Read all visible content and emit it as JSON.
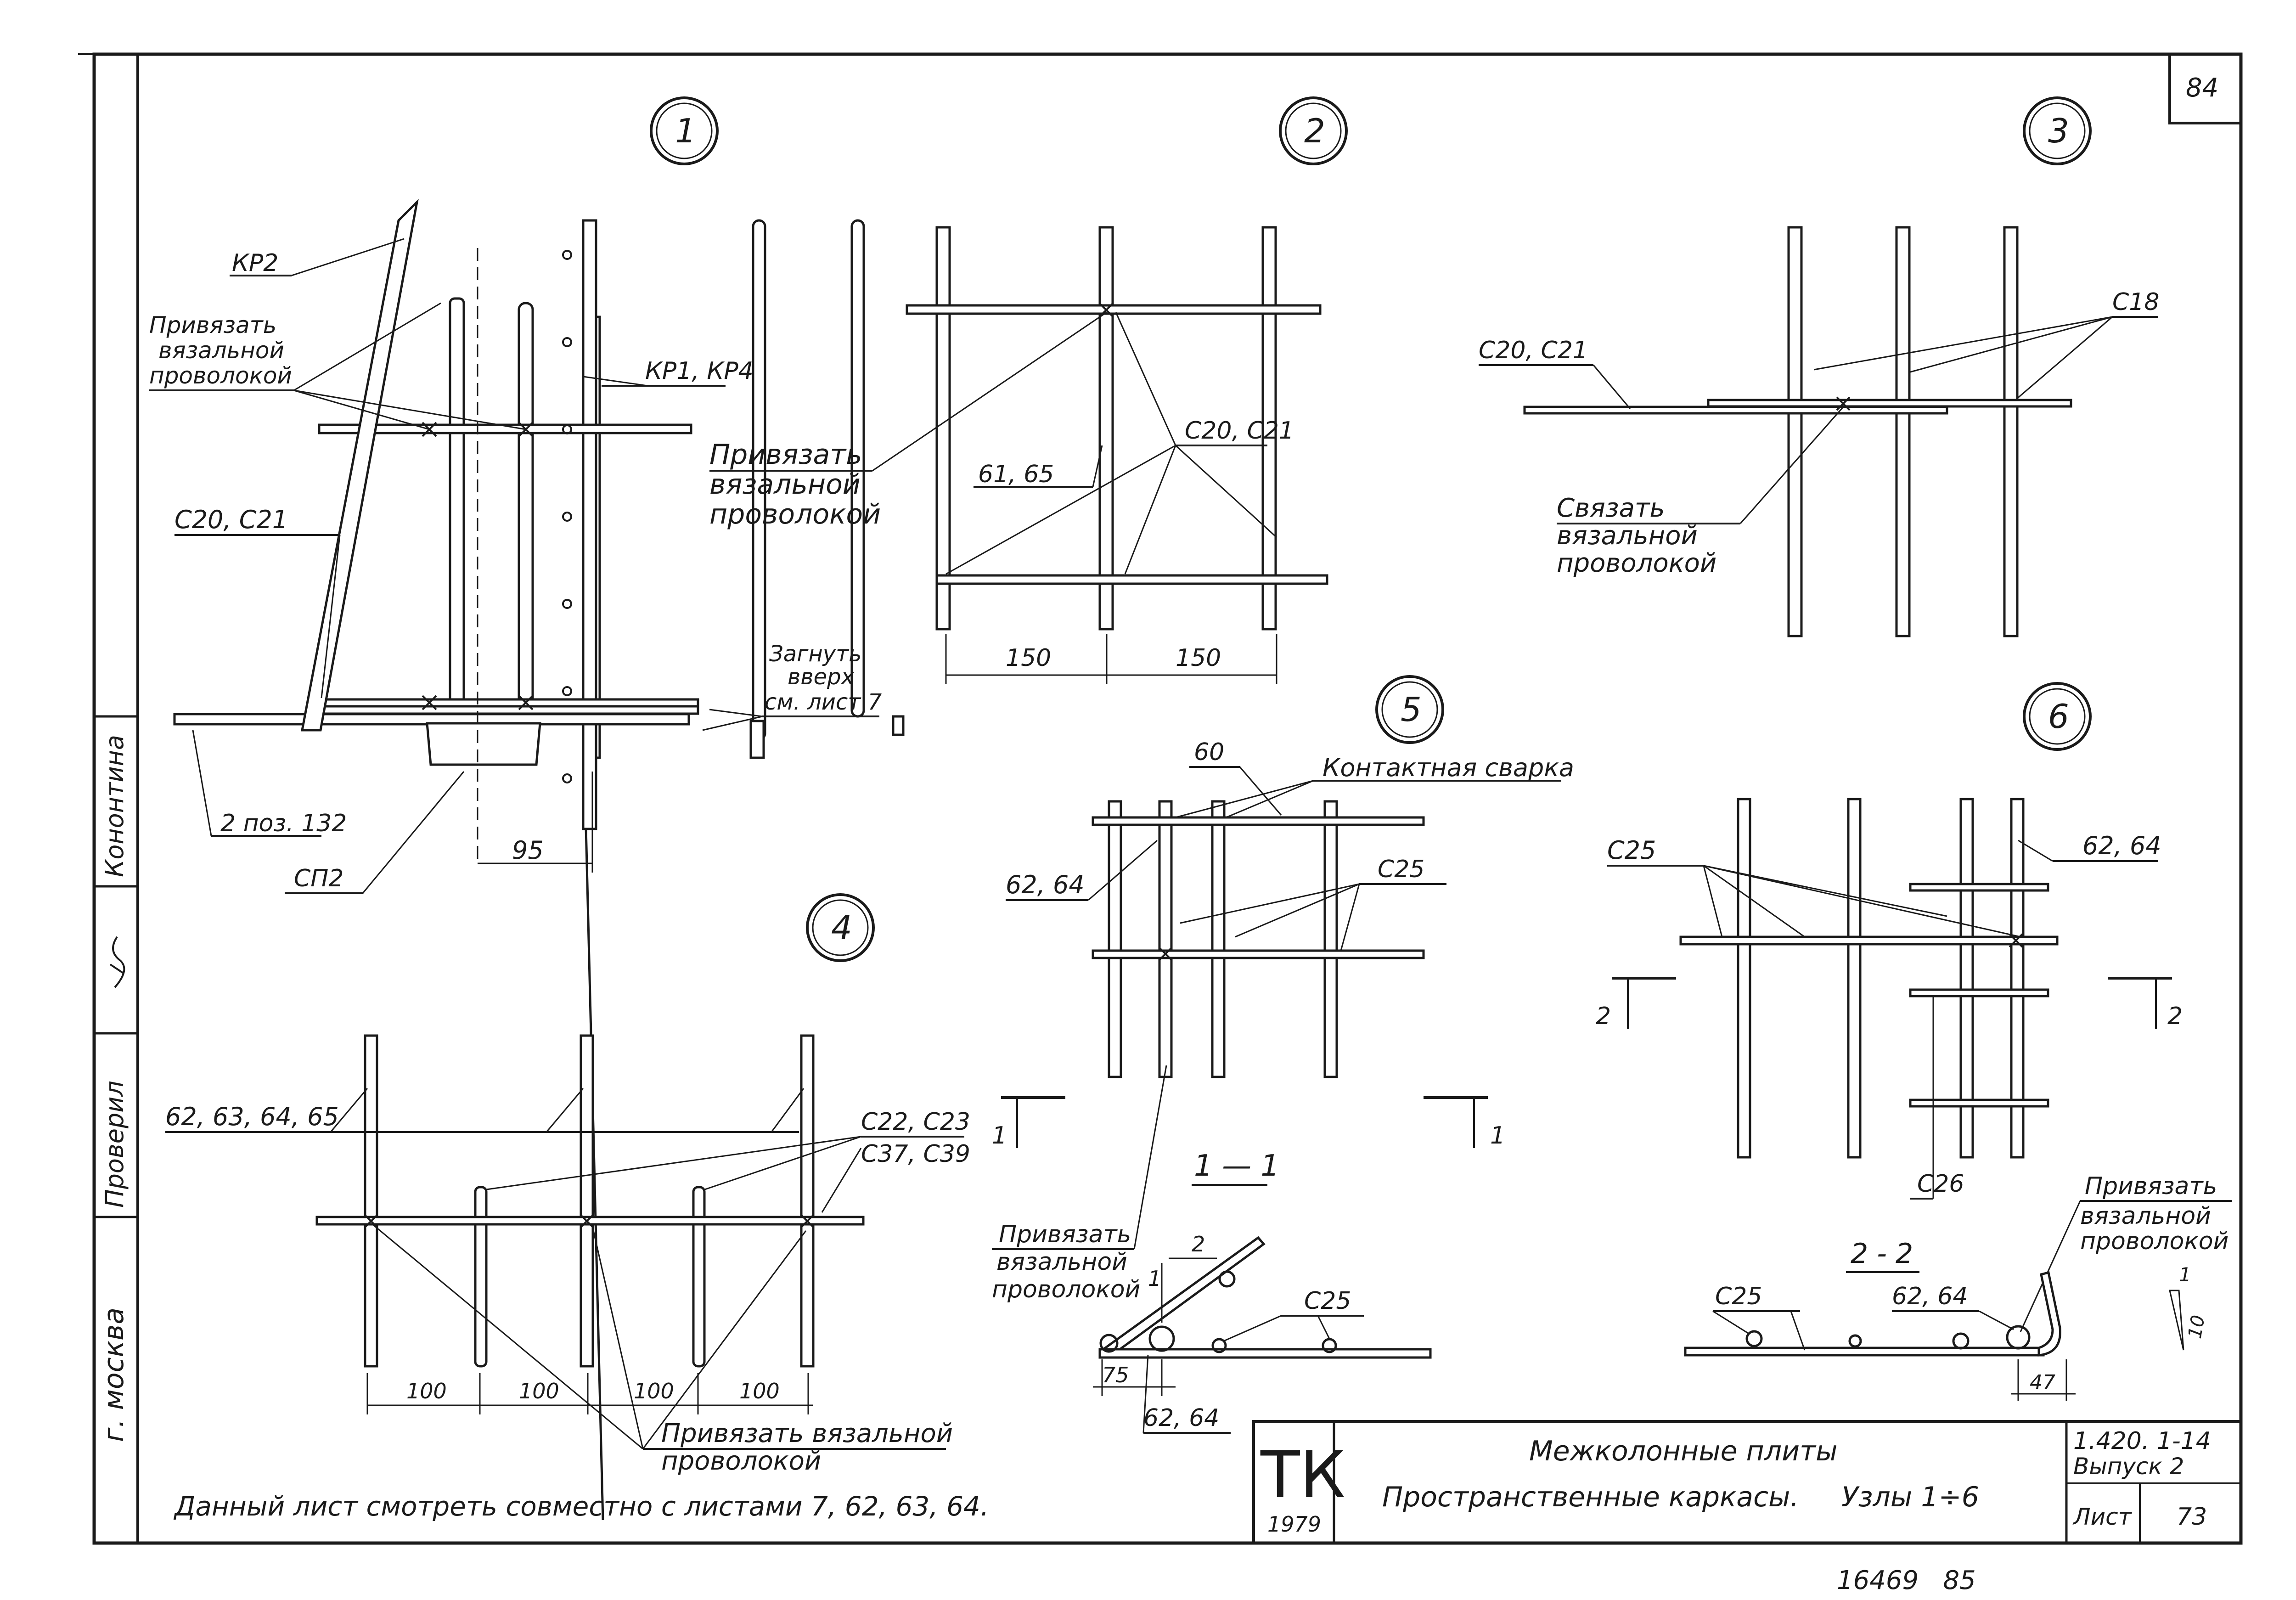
{
  "sheet": {
    "corner_number": "84",
    "bottom_note": "Данный лист смотреть совместно с листами 7, 62, 63, 64.",
    "handwritten_mark": "16469   85",
    "side_stamp": {
      "city": "г. москва",
      "checked": "Проверил",
      "norm": "Кононтина"
    }
  },
  "title_block": {
    "logo": "ТК",
    "year": "1979",
    "line1": "Межколонные плиты",
    "line2": "Пространственные каркасы.",
    "nodes": "Узлы 1÷6",
    "series": "1.420. 1-14",
    "issue": "Выпуск 2",
    "sheet_label": "Лист",
    "sheet_no": "73"
  },
  "node1": {
    "id": "1",
    "kp2": "КР2",
    "kp": "КР1, КР4",
    "tie": [
      "Привязать",
      "вязальной",
      "проволокой"
    ],
    "c": "С20, С21",
    "bend": [
      "Загнуть",
      "вверх",
      "см. лист 7"
    ],
    "pos": "2 поз. 132",
    "sp": "СП2",
    "dim": "95"
  },
  "node2": {
    "id": "2",
    "tie": [
      "Привязать",
      "вязальной",
      "проволокой"
    ],
    "b": "61, 65",
    "c": "С20, С21",
    "dim1": "150",
    "dim2": "150"
  },
  "node3": {
    "id": "3",
    "c18": "С18",
    "c": "С20, С21",
    "tie": [
      "Связать",
      "вязальной",
      "проволокой"
    ]
  },
  "node4": {
    "id": "4",
    "b": "62, 63, 64, 65",
    "c1": "С22, С23",
    "c2": "С37, С39",
    "dims": [
      "100",
      "100",
      "100",
      "100"
    ],
    "tie": [
      "Привязать вязальной",
      "проволокой"
    ]
  },
  "node5": {
    "id": "5",
    "n60": "60",
    "weld": "Контактная сварка",
    "b": "62, 64",
    "c25": "С25",
    "cut": "1",
    "section": "1 — 1",
    "tie": [
      "Привязать",
      "вязальной",
      "проволокой"
    ],
    "dim2": "2",
    "dim1": "1",
    "dim75": "75",
    "b2": "62, 64"
  },
  "node6": {
    "id": "6",
    "c25": "С25",
    "b": "62, 64",
    "cut": "2",
    "c26": "С26",
    "section": "2 - 2",
    "tie": [
      "Привязать",
      "вязальной",
      "проволокой"
    ],
    "slope1": "1",
    "slope10": "10",
    "dim47": "47"
  }
}
